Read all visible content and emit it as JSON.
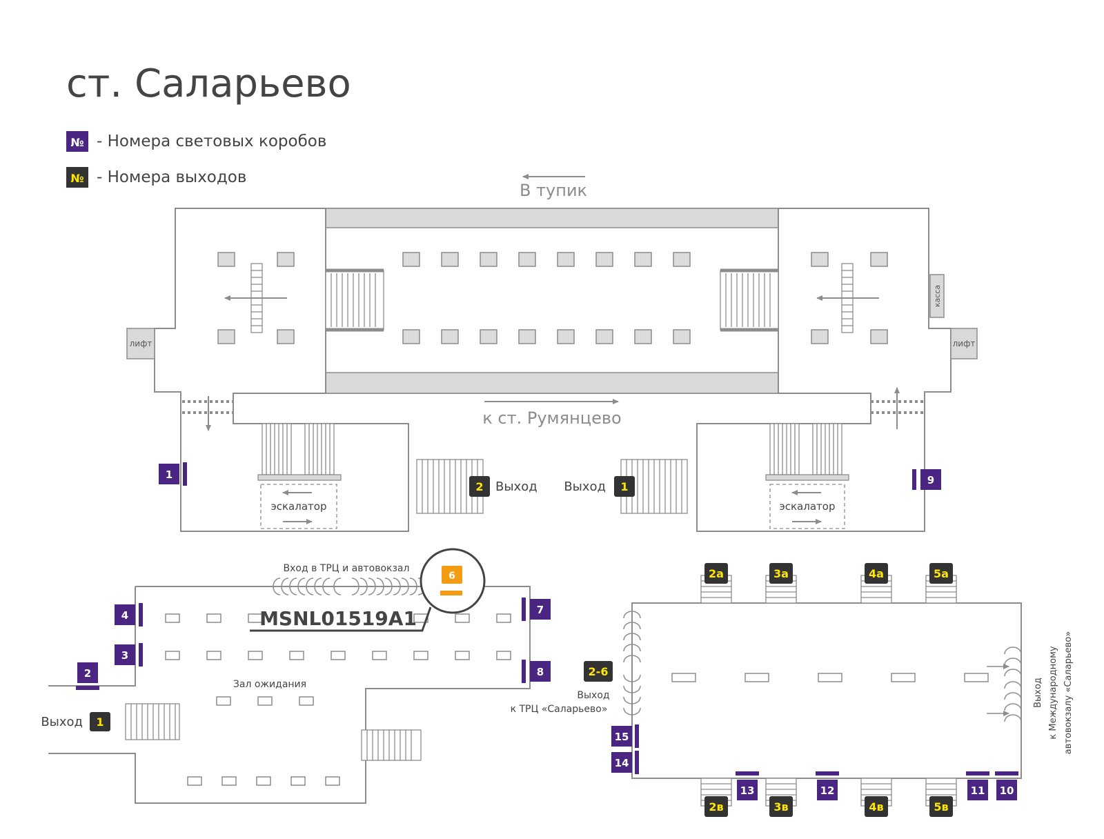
{
  "title": "ст. Саларьево",
  "legend": [
    {
      "symbol": "№",
      "text": "- Номера световых коробов",
      "kind": "lightbox"
    },
    {
      "symbol": "№",
      "text": "- Номера выходов",
      "kind": "exit"
    }
  ],
  "colors": {
    "lightbox": "#4a2582",
    "exit": "#333333",
    "exit_text": "#ffe600",
    "highlight": "#f39c12",
    "wall": "#8c8c8c"
  },
  "labels": {
    "dead_end": "В тупик",
    "to_rumyantsevo": "к ст. Румянцево",
    "lift": "лифт",
    "kassa": "касса",
    "escalator": "эскалатор",
    "exit": "Выход",
    "entrance_mall": "Вход в ТРЦ и автовокзал",
    "waiting_hall": "Зал ожидания",
    "exit_to_mall_1": "Выход",
    "exit_to_mall_2": "к ТРЦ «Саларьево»",
    "exit_bus_1": "Выход",
    "exit_bus_2": "к Международному",
    "exit_bus_3": "автовокзалу «Саларьево»",
    "code": "MSNL01519A1"
  },
  "lightboxes": [
    "1",
    "9",
    "4",
    "3",
    "2",
    "7",
    "8",
    "15",
    "14",
    "13",
    "12",
    "11",
    "10"
  ],
  "exits": [
    "2",
    "1",
    "1",
    "2a",
    "3a",
    "4a",
    "5a",
    "2-6",
    "2в",
    "3в",
    "4в",
    "5в"
  ],
  "highlight_box": "6"
}
